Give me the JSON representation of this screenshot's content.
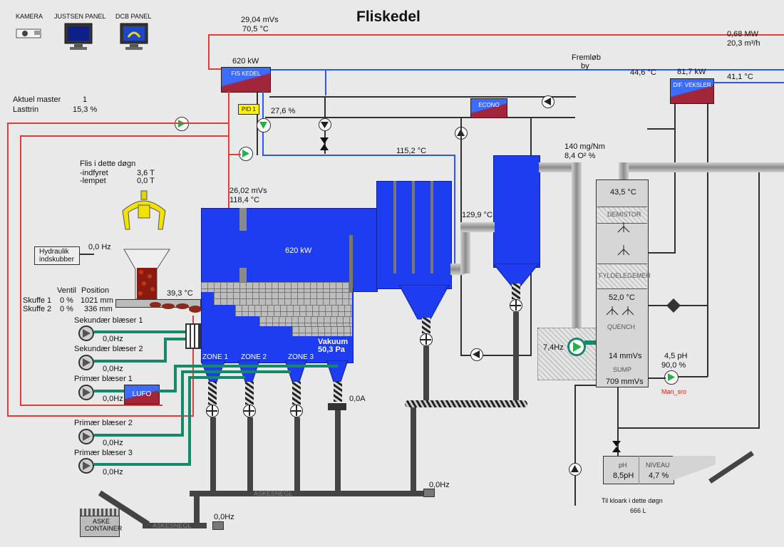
{
  "header": {
    "title": "Fliskedel"
  },
  "toolbar": {
    "kamera": "KAMERA",
    "justsen": "JUSTSEN PANEL",
    "dcb": "DCB PANEL"
  },
  "top": {
    "pressure": "29,04 mVs",
    "temp": "70,5 °C",
    "mw": "0,68 MW",
    "flow": "20,3 m³/h",
    "fremlob": "Fremløb",
    "by": "by"
  },
  "boiler_hx": {
    "power": "620 kW",
    "label": "FIS KEDEL"
  },
  "master": {
    "aktuel_label": "Aktuel master",
    "aktuel_value": "1",
    "lasttrin_label": "Lasttrin",
    "lasttrin_value": "15,3 %"
  },
  "pid": {
    "label": "PID 1",
    "value": "27,6 %"
  },
  "right_hx": {
    "power": "81,7 kW",
    "temp_in": "44,6 °C",
    "temp_out": "41,1 °C",
    "label": "DIF. VEKSLER"
  },
  "mid_hx": {
    "label": "ECONO"
  },
  "pipe_temp": "115,2 °C",
  "flis": {
    "title": "Flis i dette døgn",
    "indfyret_label": "-indfyret",
    "indfyret_value": "3,6 T",
    "lempet_label": "-lempet",
    "lempet_value": "0,0 T"
  },
  "furnace": {
    "pressure": "26,02 mVs",
    "temp": "118,4 °C",
    "power": "620 kW",
    "vakuum_label": "Vakuum",
    "vakuum_value": "50,3 Pa",
    "zone1": "ZONE 1",
    "zone2": "ZONE 2",
    "zone3": "ZONE 3",
    "feed_temp": "39,3 °C"
  },
  "hydraulik": {
    "label": "Hydraulik indskubber",
    "hz": "0,0 Hz"
  },
  "skuffe": {
    "ventil_header": "Ventil",
    "position_header": "Position",
    "rows": [
      {
        "name": "Skuffe 1",
        "ventil": "0 %",
        "position": "1021 mm"
      },
      {
        "name": "Skuffe 2",
        "ventil": "0 %",
        "position": "336 mm"
      }
    ]
  },
  "blowers": [
    {
      "name": "Sekundær blæser 1",
      "hz": "0,0Hz"
    },
    {
      "name": "Sekundær blæser 2",
      "hz": "0,0Hz"
    },
    {
      "name": "Primær blæser 1",
      "hz": "0,0Hz"
    },
    {
      "name": "Primær blæser 2",
      "hz": "0,0Hz"
    },
    {
      "name": "Primær blæser 3",
      "hz": "0,0Hz"
    }
  ],
  "lufo": "LUFO",
  "ash": {
    "current": "0,0A",
    "conveyor_hz": "0,0Hz",
    "conveyor2_hz": "0,0Hz",
    "snegl1": "ASKESNEGL",
    "snegl2": "ASKESNEGL",
    "container": "ASKE CONTAINER"
  },
  "flue": {
    "emission": "140 mg/Nm",
    "o2": "8,4 O² %",
    "temp": "129,9 °C"
  },
  "scrubber": {
    "temp_top": "43,5 °C",
    "demistor": "DEMISTOR",
    "fyldelegemer": "FYLDELEGEMER",
    "temp_mid": "52,0 °C",
    "quench": "QUENCH",
    "mmvs": "14 mmVs",
    "sump_label": "SUMP",
    "sump_mmvs": "709 mmVs",
    "pump_hz": "7,4Hz"
  },
  "ph_pump": {
    "ph": "4,5 pH",
    "pct": "90,0 %",
    "mode": "Man_sro"
  },
  "kloak": {
    "ph_header": "pH",
    "niveau_header": "NIVEAU",
    "ph_value": "8,5pH",
    "niveau_value": "4,7 %",
    "label": "Til kloark i dette døgn",
    "value": "666 L"
  },
  "colors": {
    "flow_red": "#e33a3a",
    "return_blue": "#2a55ff",
    "boiler": "#1e3cf0",
    "pump_green": "#22b14c"
  }
}
